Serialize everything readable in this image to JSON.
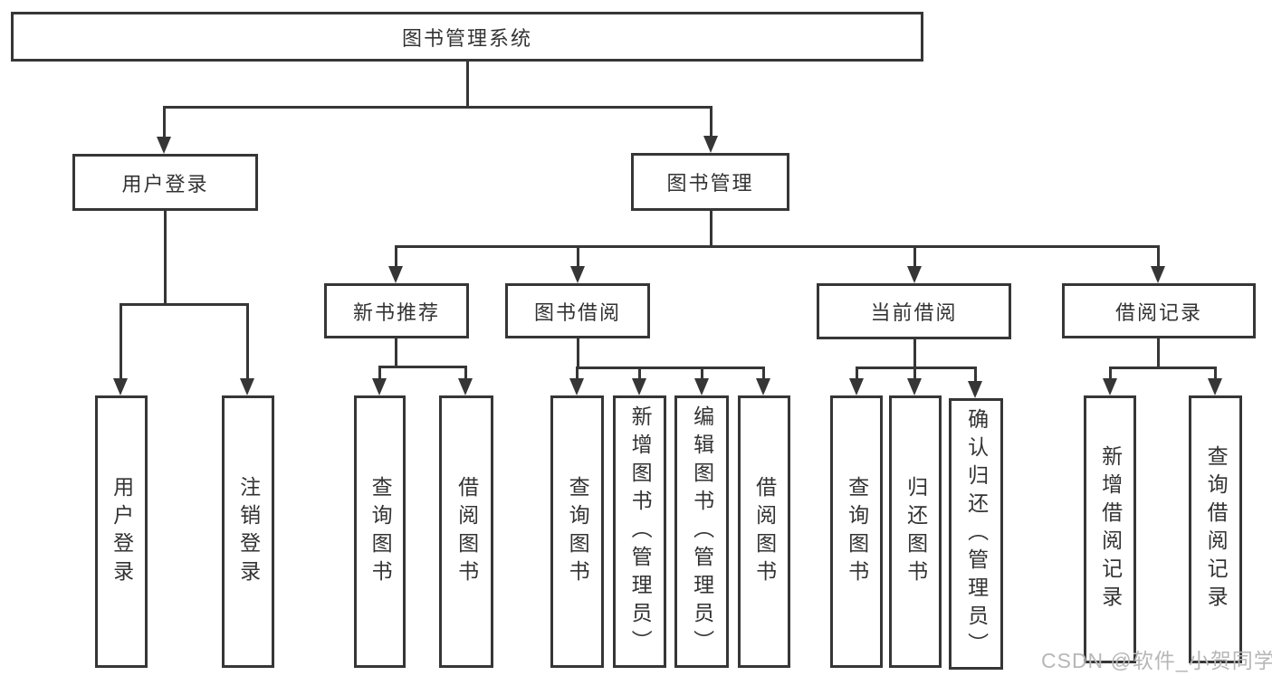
{
  "diagram": {
    "title_node": {
      "label": "图书管理系统"
    },
    "level2": {
      "user_login": {
        "label": "用户登录"
      },
      "book_mgmt": {
        "label": "图书管理"
      }
    },
    "level3": {
      "new_book": {
        "label": "新书推荐"
      },
      "book_borrow": {
        "label": "图书借阅"
      },
      "current_borrow": {
        "label": "当前借阅"
      },
      "borrow_record": {
        "label": "借阅记录"
      }
    },
    "leaves": {
      "user_login": {
        "label": "用户登录"
      },
      "logout": {
        "label": "注销登录"
      },
      "query_book_1": {
        "label": "查询图书"
      },
      "borrow_book_1": {
        "label": "借阅图书"
      },
      "query_book_2": {
        "label": "查询图书"
      },
      "add_book": {
        "label": "新增图书（管理员）"
      },
      "edit_book": {
        "label": "编辑图书（管理员）"
      },
      "borrow_book_2": {
        "label": "借阅图书"
      },
      "query_book_3": {
        "label": "查询图书"
      },
      "return_book": {
        "label": "归还图书"
      },
      "confirm_return": {
        "label": "确认归还（管理员）"
      },
      "add_record": {
        "label": "新增借阅记录"
      },
      "query_record": {
        "label": "查询借阅记录"
      }
    }
  },
  "watermark": {
    "text": "CSDN @软件_小贺同学"
  },
  "colors": {
    "line": "#363636",
    "text": "#333333",
    "watermark": "#b7b7b7",
    "background": "#ffffff"
  }
}
